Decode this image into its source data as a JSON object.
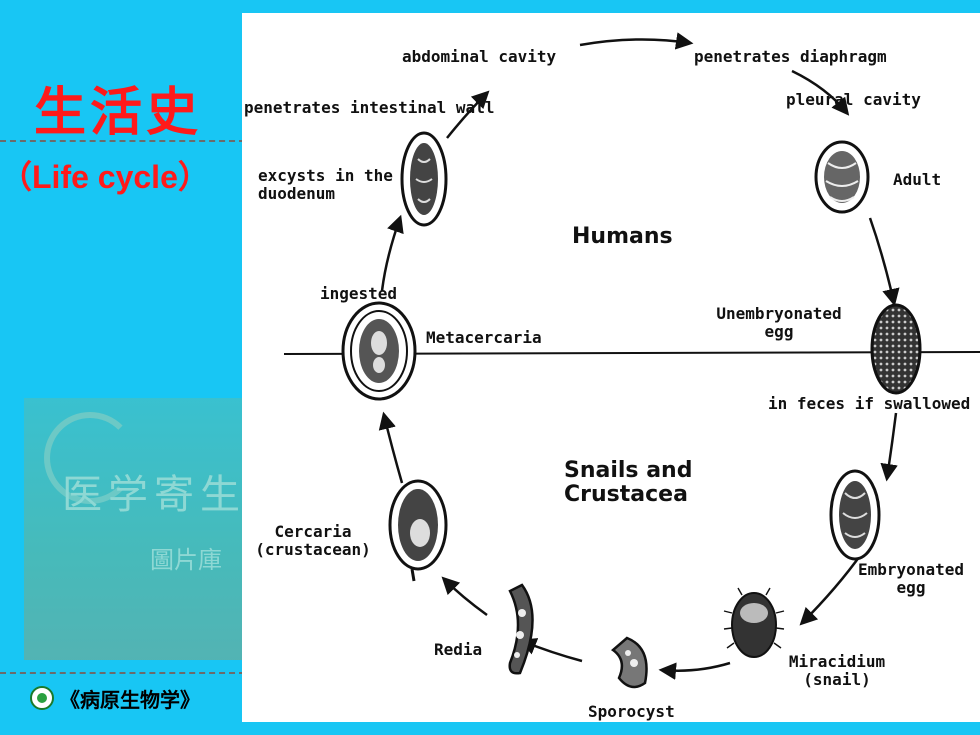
{
  "slide": {
    "title_cn": "生活史",
    "title_en": "（Life  cycle）",
    "watermark_line1": "医学寄生",
    "watermark_line2": "圖片庫",
    "footer_text": "《病原生物学》"
  },
  "diagram": {
    "host_top": "Humans",
    "host_bottom_line1": "Snails and",
    "host_bottom_line2": "Crustacea",
    "stages": {
      "abdominal_cavity": "abdominal cavity",
      "penetrates_diaphragm": "penetrates diaphragm",
      "penetrates_intestinal_wall": "penetrates intestinal wall",
      "pleural_cavity": "pleural cavity",
      "excysts_line1": "excysts in the",
      "excysts_line2": "duodenum",
      "adult": "Adult",
      "ingested": "ingested",
      "metacercaria": "Metacercaria",
      "unembryonated_line1": "Unembryonated",
      "unembryonated_line2": "egg",
      "in_feces": "in feces if swallowed",
      "cercaria_line1": "Cercaria",
      "cercaria_line2": "(crustacean)",
      "embryonated_line1": "Embryonated",
      "embryonated_line2": "egg",
      "redia": "Redia",
      "miracidium_line1": "Miracidium",
      "miracidium_line2": "(snail)",
      "sporocyst": "Sporocyst"
    }
  }
}
